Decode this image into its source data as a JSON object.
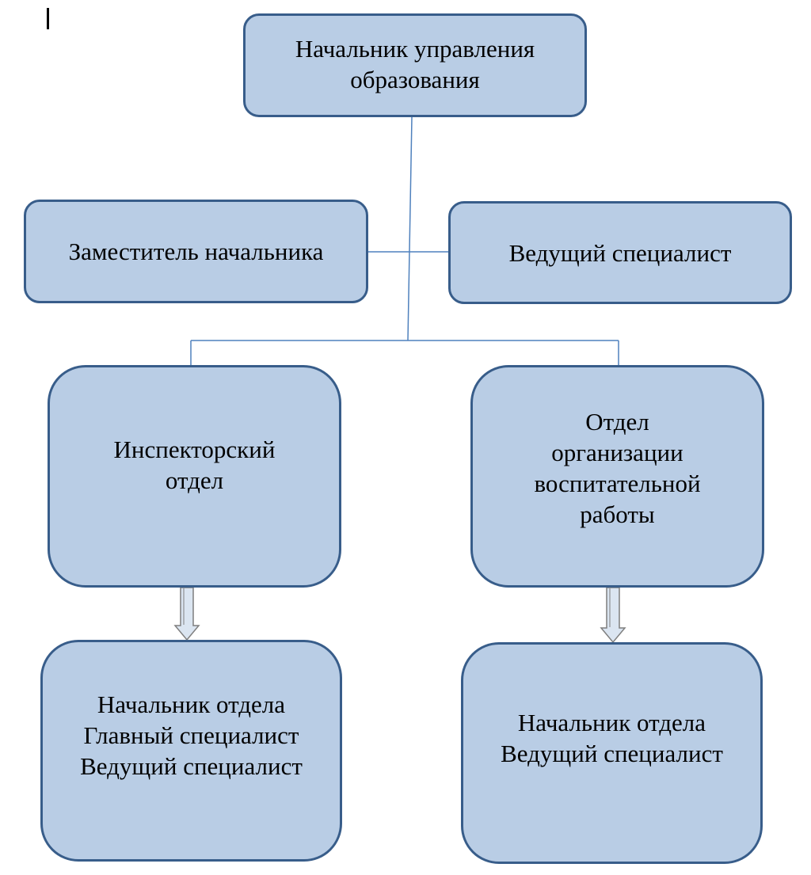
{
  "nodes": {
    "head": {
      "lines": [
        "Начальник управления",
        "образования"
      ]
    },
    "deputy": {
      "lines": [
        "Заместитель начальника"
      ]
    },
    "lead_specialist": {
      "lines": [
        "Ведущий специалист"
      ]
    },
    "inspection_dept": {
      "lines": [
        "Инспекторский",
        "отдел"
      ]
    },
    "education_dept": {
      "lines": [
        "Отдел",
        "организации",
        "воспитательной",
        "работы"
      ]
    },
    "inspection_staff": {
      "lines": [
        "Начальник отдела",
        "Главный специалист",
        "Ведущий специалист"
      ]
    },
    "education_staff": {
      "lines": [
        "Начальник отдела",
        "Ведущий специалист"
      ]
    }
  },
  "colors": {
    "box_fill": "#b9cde5",
    "box_border": "#385d8a",
    "connector": "#4f81bd",
    "arrow_fill": "#dbe5f1"
  }
}
